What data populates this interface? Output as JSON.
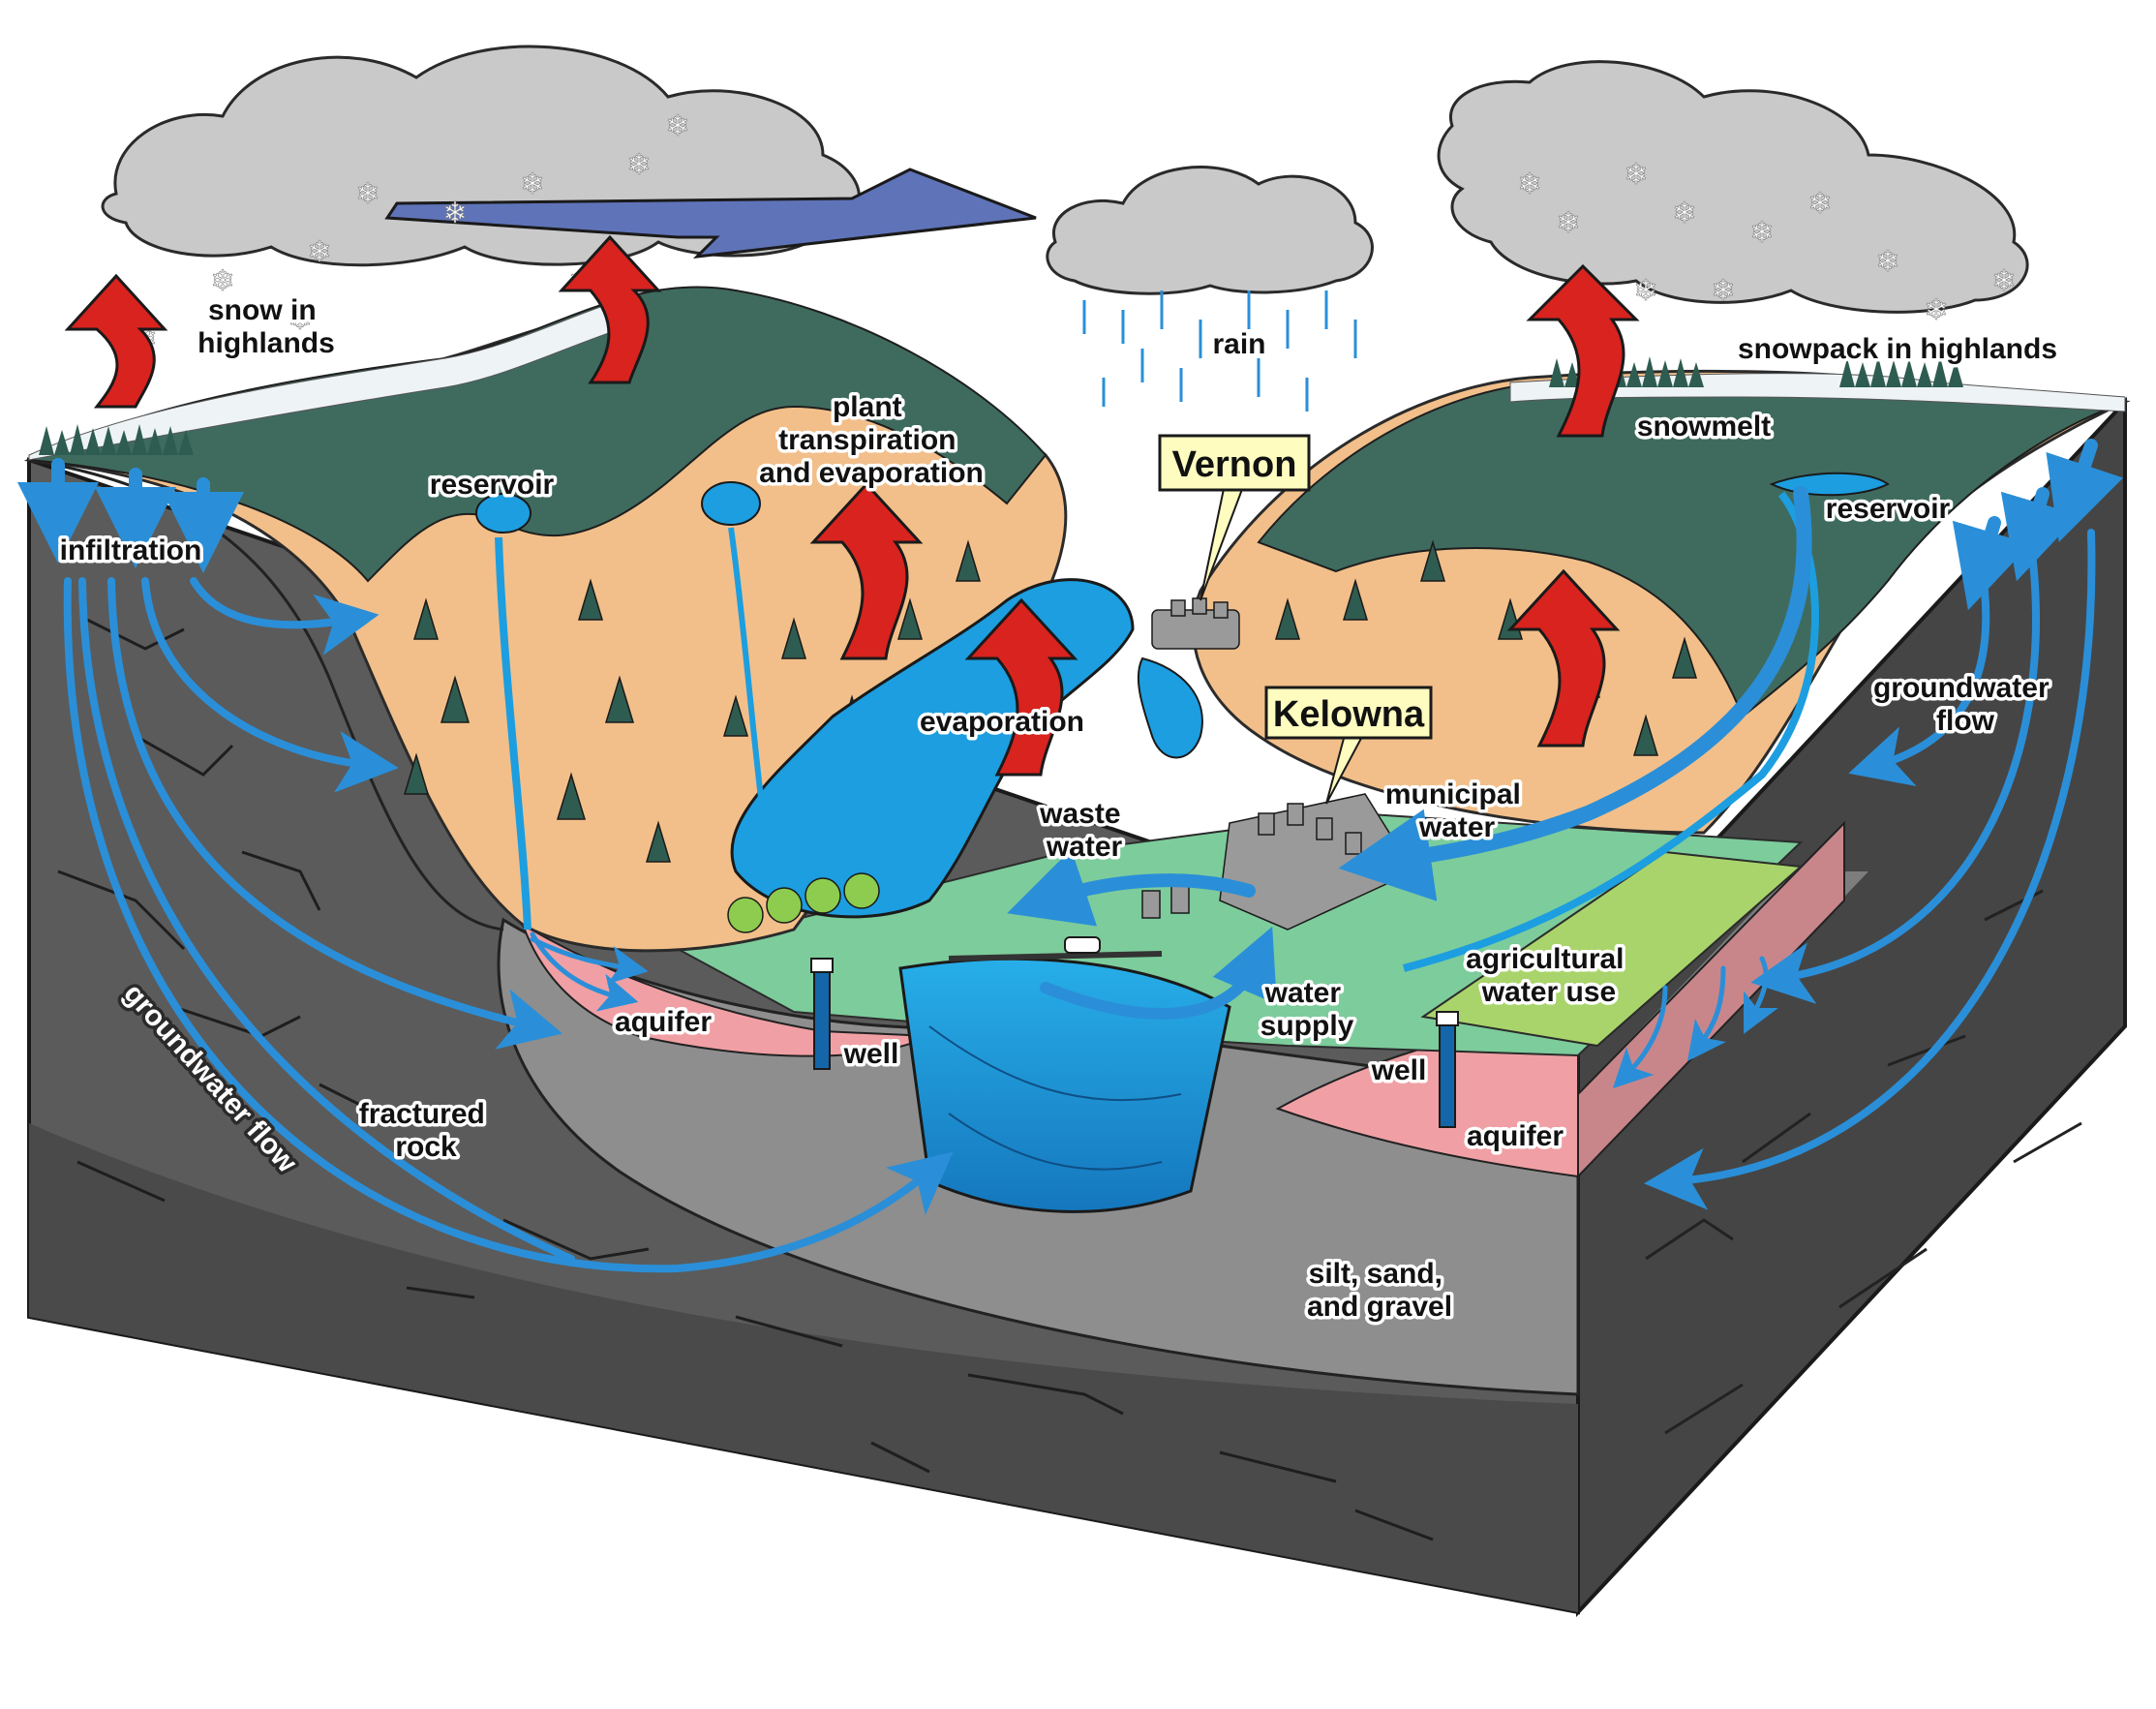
{
  "labels": {
    "snow_in_highlands": [
      "snow in",
      "highlands"
    ],
    "rain": "rain",
    "snowpack_in_highlands": "snowpack in highlands",
    "plant_transpiration": [
      "plant",
      "transpiration",
      "and evaporation"
    ],
    "reservoir_left": "reservoir",
    "reservoir_right": "reservoir",
    "snowmelt": "snowmelt",
    "infiltration": "infiltration",
    "evaporation": "evaporation",
    "groundwater_flow_right": [
      "groundwater",
      "flow"
    ],
    "groundwater_flow_left": "groundwater flow",
    "waste_water": [
      "waste",
      "water"
    ],
    "municipal_water": [
      "municipal",
      "water"
    ],
    "water_supply": [
      "water",
      "supply"
    ],
    "agricultural_water_use": [
      "agricultural",
      "water use"
    ],
    "aquifer_left": "aquifer",
    "aquifer_right": "aquifer",
    "well_left": "well",
    "well_right": "well",
    "fractured_rock": [
      "fractured",
      "rock"
    ],
    "silt_sand_gravel": [
      "silt, sand,",
      "and gravel"
    ]
  },
  "cities": {
    "vernon": "Vernon",
    "kelowna": "Kelowna"
  },
  "icons": {
    "snowflake": "❄"
  },
  "colors": {
    "cloud": "#c9c9c9",
    "rock": "#5e5e5e",
    "rock_dark": "#3f3f3f",
    "sediment": "#8f8f8f",
    "aquifer": "#f0a0a4",
    "slope": "#f2bf8a",
    "forest": "#3f6b5e",
    "lake": "#1c9ee0",
    "lake_deep": "#1566a8",
    "grass": "#7dcc9c",
    "flow_arrow": "#2a8fd8",
    "heat_arrow": "#d8231f",
    "wind_arrow": "#5f73b8",
    "callout": "#fffcc0"
  }
}
